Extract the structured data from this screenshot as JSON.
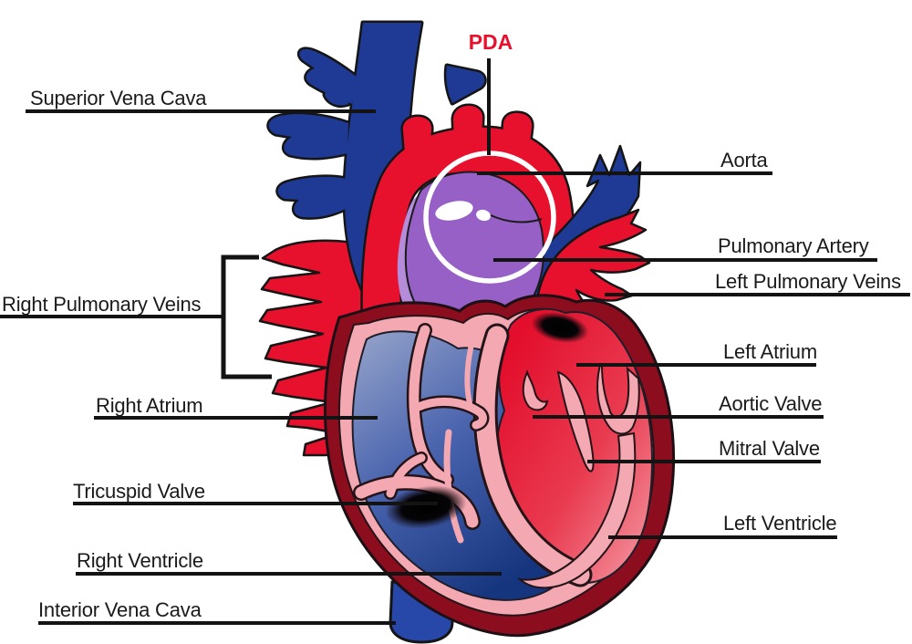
{
  "diagram": {
    "labels": {
      "pda": "PDA",
      "superior_vena_cava": "Superior Vena Cava",
      "right_pulmonary_veins": "Right Pulmonary Veins",
      "right_atrium": "Right Atrium",
      "tricuspid_valve": "Tricuspid Valve",
      "right_ventricle": "Right Ventricle",
      "interior_vena_cava": "Interior Vena Cava",
      "aorta": "Aorta",
      "pulmonary_artery": "Pulmonary Artery",
      "left_pulmonary_veins": "Left Pulmonary Veins",
      "left_atrium": "Left Atrium",
      "aortic_valve": "Aortic Valve",
      "mitral_valve": "Mitral Valve",
      "left_ventricle": "Left Ventricle"
    },
    "colors": {
      "artery_red": "#E8112D",
      "vein_blue": "#1E3A94",
      "pda_shunt_purple": "#9760C6",
      "pda_shunt_purple_light": "#B48CD9",
      "heart_wall_pink": "#F3A8B2",
      "outer_wall_dark_red": "#8B0D1E",
      "highlight_circle": "#FFFFFF",
      "label_text": "#1A1A1A",
      "pda_label_red": "#E8112D",
      "background": "#FFFFFF"
    }
  }
}
